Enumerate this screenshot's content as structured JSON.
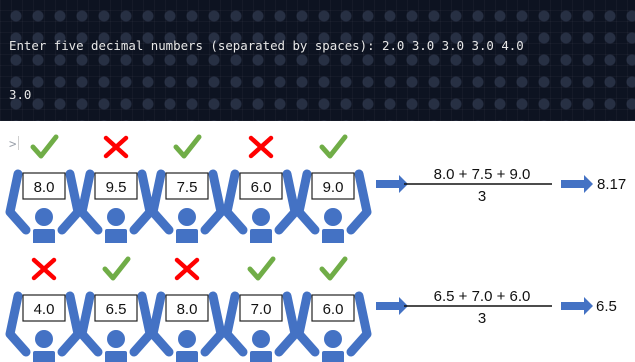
{
  "terminal": {
    "lines": [
      "Enter five decimal numbers (separated by spaces): 2.0 3.0 3.0 3.0 4.0",
      "3.0"
    ],
    "prompt_symbol": ">"
  },
  "colors": {
    "judge_blue": "#4472c4",
    "check_green": "#70ad47",
    "cross_red": "#ff0000",
    "arrow_blue": "#4472c4"
  },
  "rows": [
    {
      "judges": [
        {
          "score": "8.0",
          "mark": "check"
        },
        {
          "score": "9.5",
          "mark": "cross"
        },
        {
          "score": "7.5",
          "mark": "check"
        },
        {
          "score": "6.0",
          "mark": "cross"
        },
        {
          "score": "9.0",
          "mark": "check"
        }
      ],
      "numerator": "8.0 + 7.5 + 9.0",
      "denominator": "3",
      "result": "8.17"
    },
    {
      "judges": [
        {
          "score": "4.0",
          "mark": "cross"
        },
        {
          "score": "6.5",
          "mark": "check"
        },
        {
          "score": "8.0",
          "mark": "cross"
        },
        {
          "score": "7.0",
          "mark": "check"
        },
        {
          "score": "6.0",
          "mark": "check"
        }
      ],
      "numerator": "6.5 + 7.0 + 6.0",
      "denominator": "3",
      "result": "6.5"
    }
  ]
}
